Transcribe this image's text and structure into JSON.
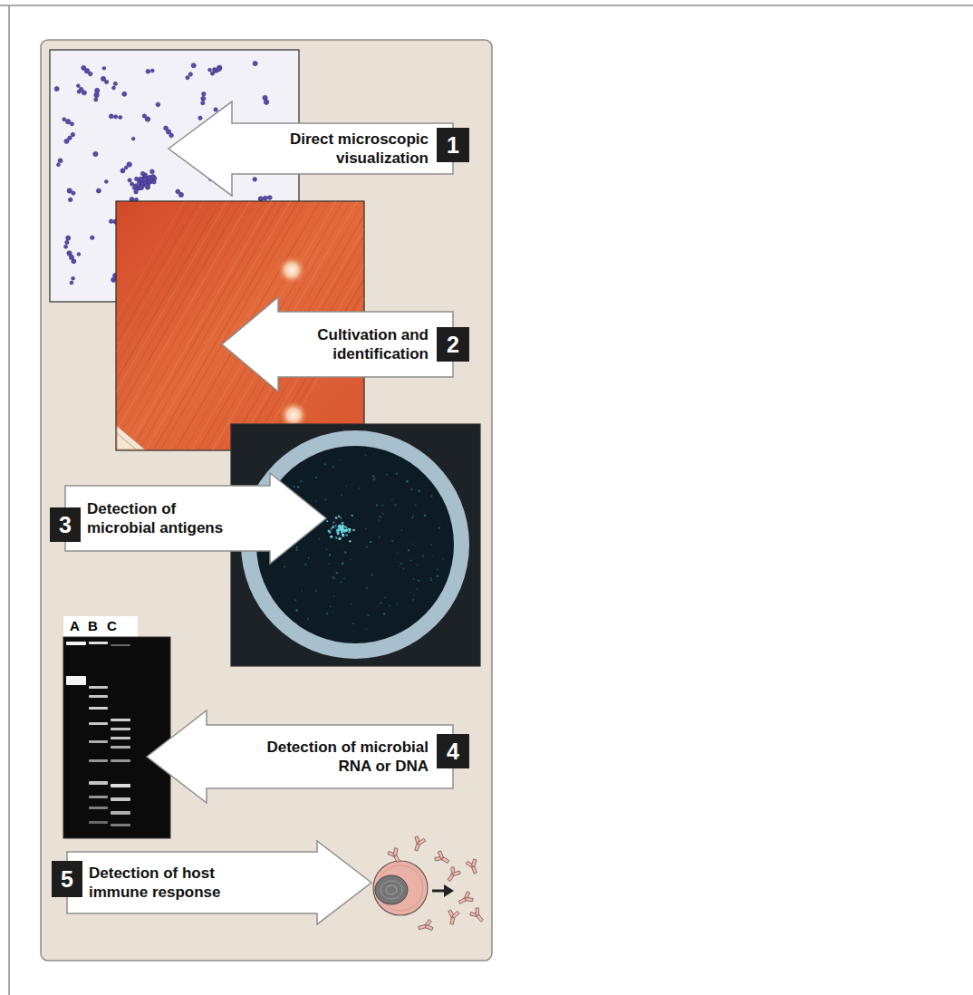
{
  "diagram": {
    "nodes": [
      {
        "text": [
          "Direct microscopic visualization"
        ]
      },
      {
        "text": [
          "1"
        ],
        "in": 0
      },
      {
        "text": [
          "Cultivation and identification"
        ]
      },
      {
        "text": [
          "2"
        ],
        "in": 2
      },
      {
        "text": [
          "Detection of microbial antigens"
        ]
      },
      {
        "text": [
          "3"
        ],
        "in": 4
      },
      {
        "text": [
          "Detection of microbial RNA or DNA"
        ]
      },
      {
        "text": [
          "4"
        ],
        "in": 6
      },
      {
        "text": [
          "Detection of host immune response"
        ]
      },
      {
        "text": [
          "5"
        ],
        "in": 8
      }
    ],
    "labels": [
      "A",
      "B",
      "C"
    ]
  }
}
